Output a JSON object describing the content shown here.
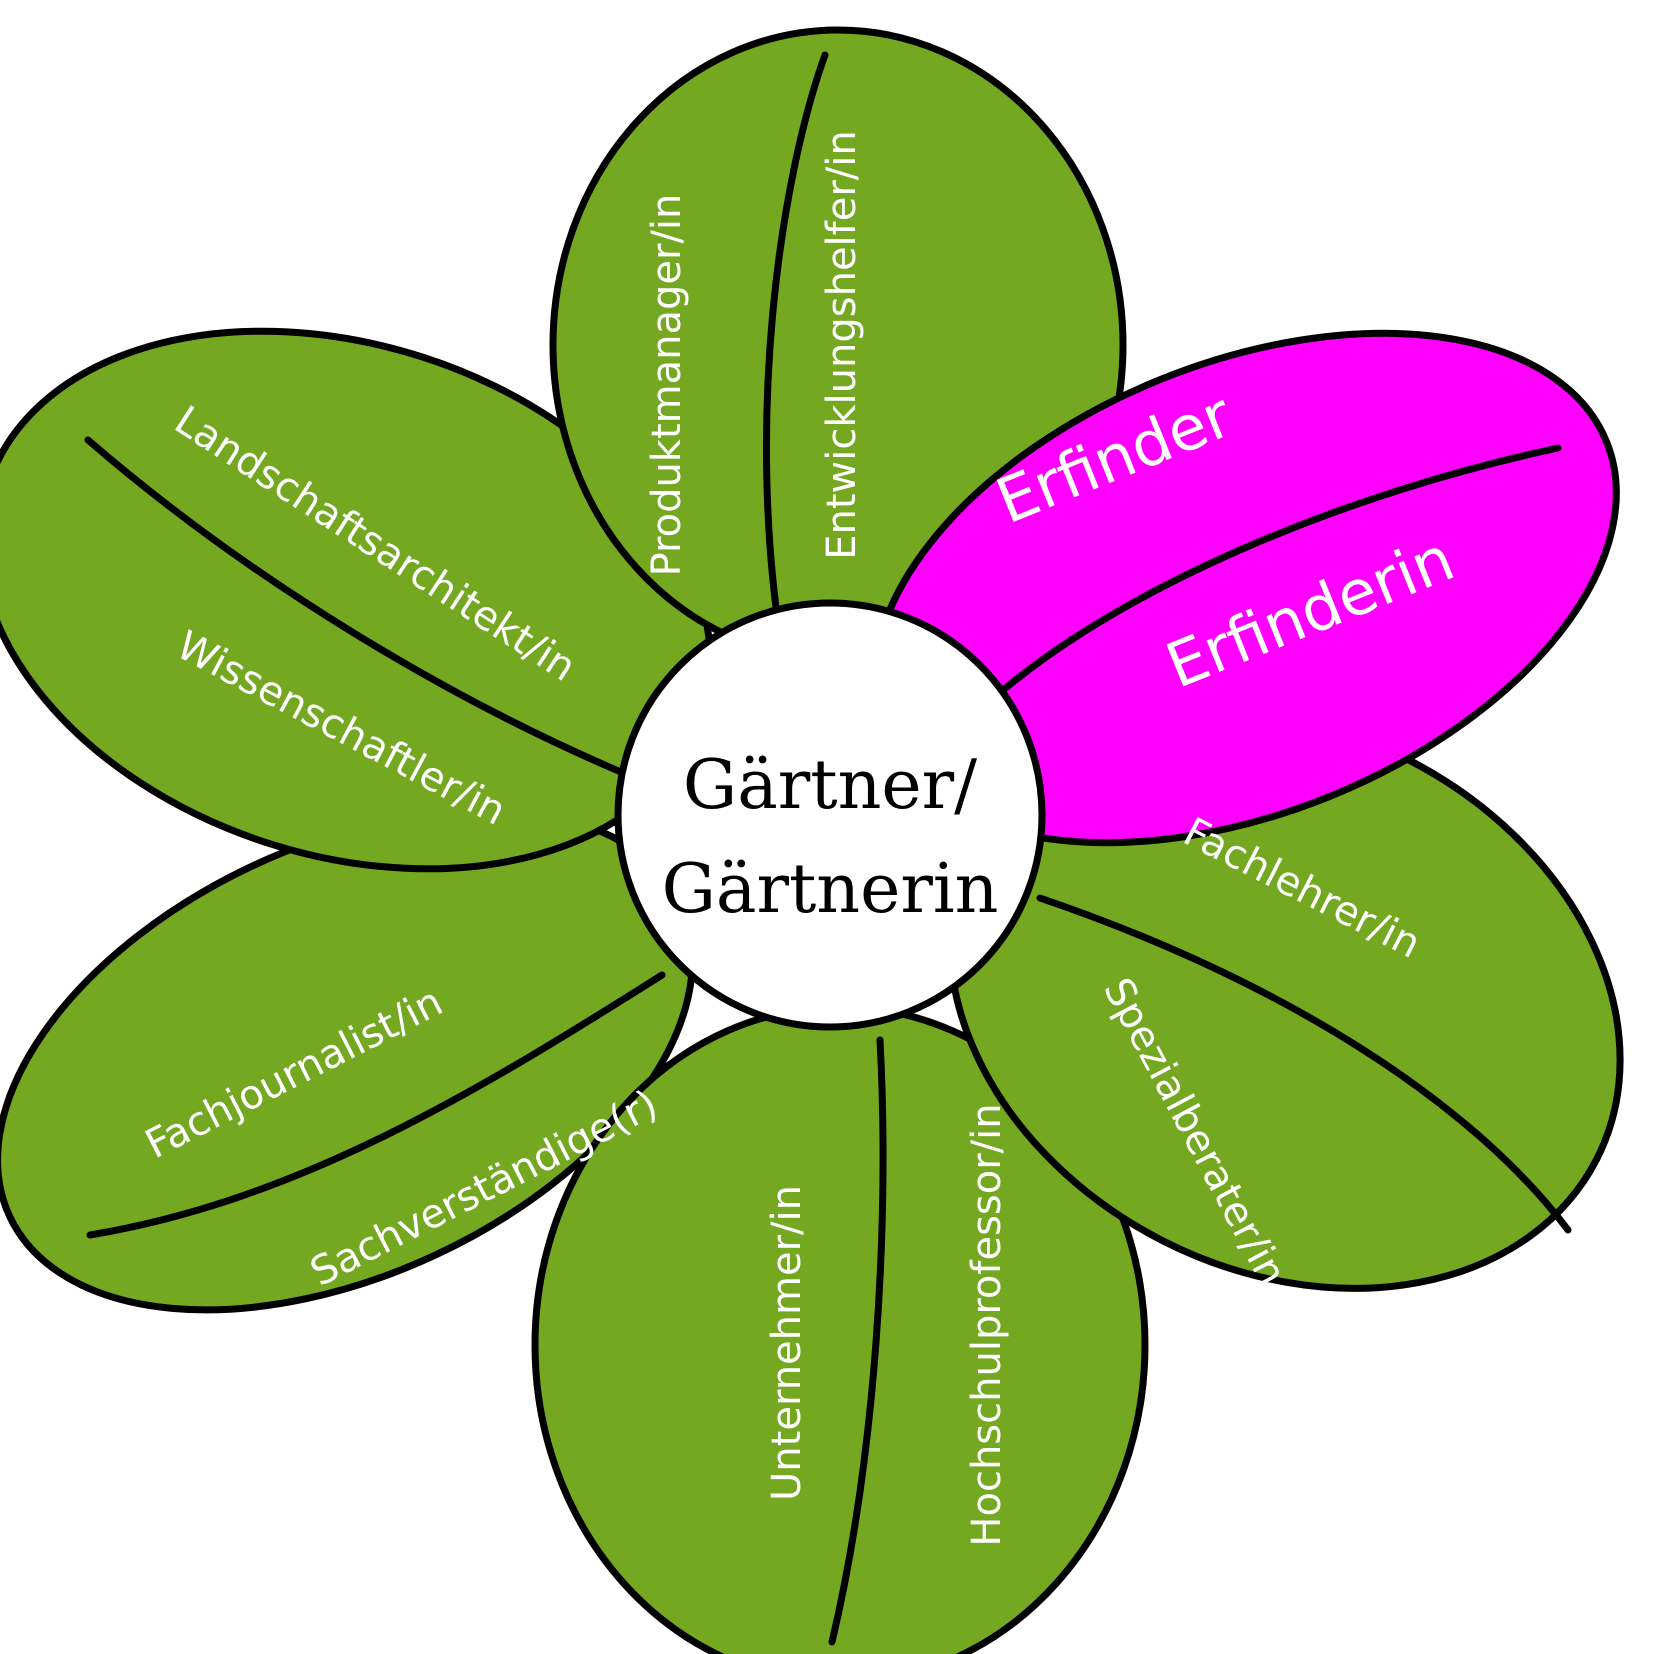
{
  "center": {
    "line1": "Gärtner/",
    "line2": "Gärtnerin"
  },
  "colors": {
    "petal_green": "#73a820",
    "highlight_magenta": "#ff00ff",
    "outline": "#000000",
    "label_text": "#ffffff",
    "center_fill": "#ffffff"
  },
  "petals": [
    {
      "name": "top",
      "highlighted": false,
      "labels": [
        "Produktmanager/in",
        "Entwicklungshelfer/in"
      ]
    },
    {
      "name": "upper-right",
      "highlighted": true,
      "labels": [
        "Erfinder",
        "Erfinderin"
      ]
    },
    {
      "name": "lower-right",
      "highlighted": false,
      "labels": [
        "Fachlehrer/in",
        "Spezialberater/in"
      ]
    },
    {
      "name": "bottom",
      "highlighted": false,
      "labels": [
        "Unternehmer/in",
        "Hochschulprofessor/in"
      ]
    },
    {
      "name": "lower-left",
      "highlighted": false,
      "labels": [
        "Fachjournalist/in",
        "Sachverständige(r)"
      ]
    },
    {
      "name": "upper-left",
      "highlighted": false,
      "labels": [
        "Landschaftsarchitekt/in",
        "Wissenschaftler/in"
      ]
    }
  ]
}
